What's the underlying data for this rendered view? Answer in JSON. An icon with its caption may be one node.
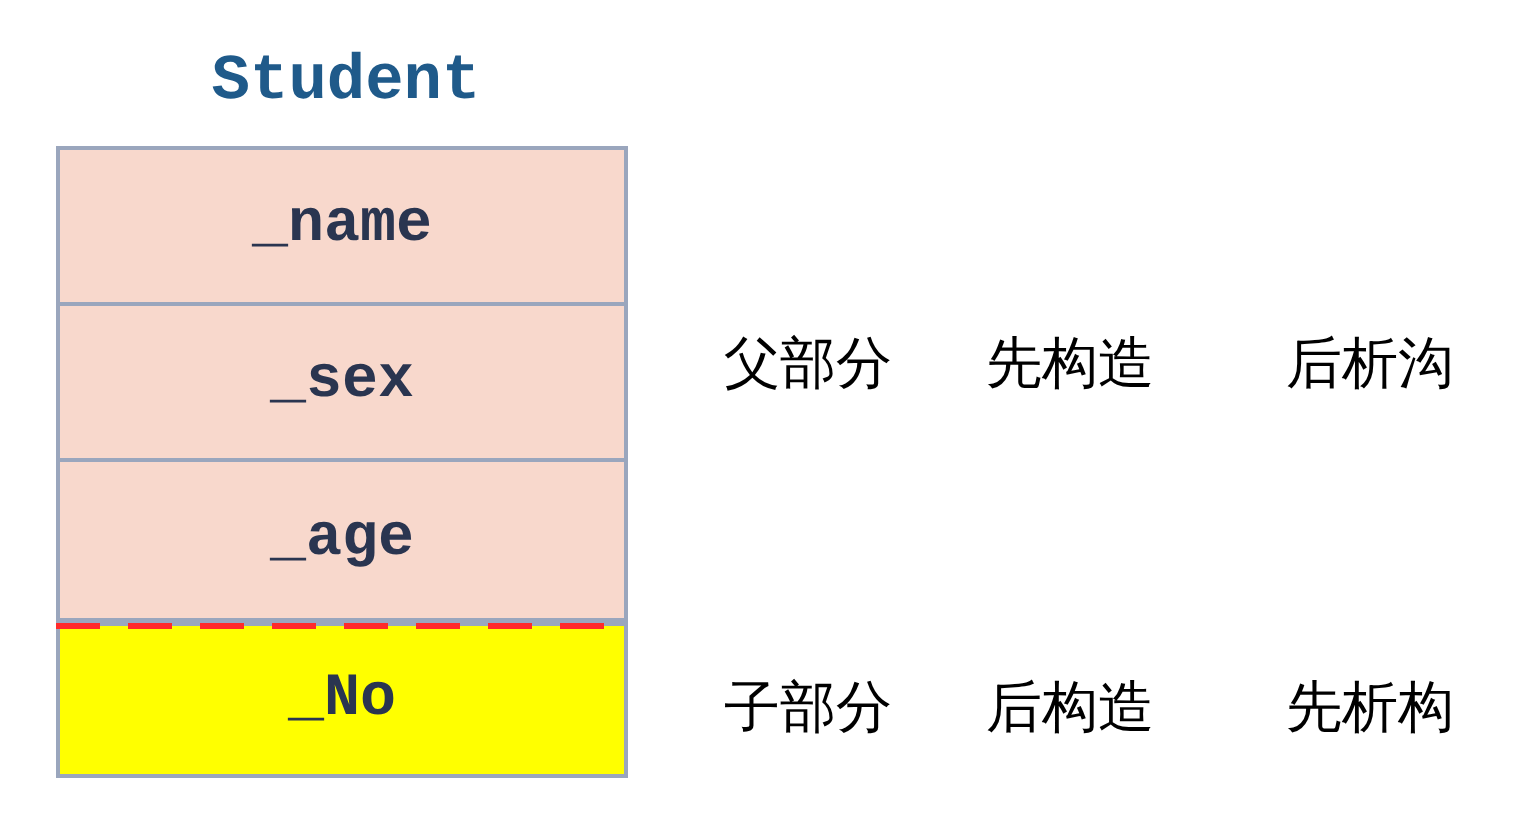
{
  "diagram": {
    "nodes": [
      {
        "text": [
          "Student"
        ]
      },
      {
        "text": [
          "_name"
        ],
        "in": 0
      },
      {
        "text": [
          "_sex"
        ],
        "in": 0
      },
      {
        "text": [
          "_age"
        ],
        "in": 0
      },
      {
        "text": [
          "_No"
        ],
        "in": 0
      }
    ],
    "labels": [
      "父部分",
      "先构造",
      "后析沟",
      "子部分",
      "后构造",
      "先析构"
    ]
  }
}
